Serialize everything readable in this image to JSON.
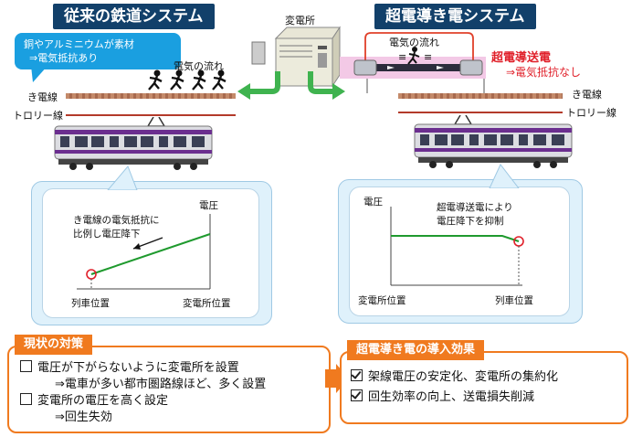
{
  "left": {
    "title": "従来の鉄道システム",
    "callout_line1": "銅やアルミニウムが素材",
    "callout_line2": "⇒電気抵抗あり",
    "flow_label": "電気の流れ",
    "catenary_label": "き電線",
    "trolley_label": "トロリー線",
    "panel_text1": "き電線の電気抵抗に",
    "panel_text2": "比例し電圧降下",
    "y_label": "電圧",
    "x_left": "列車位置",
    "x_right": "変電所位置"
  },
  "center": {
    "substation_label": "変電所"
  },
  "right": {
    "title": "超電導き電システム",
    "flow_label": "電気の流れ",
    "sc_title": "超電導送電",
    "sc_sub": "⇒電気抵抗なし",
    "catenary_label": "き電線",
    "trolley_label": "トロリー線",
    "panel_text1": "超電導送電により",
    "panel_text2": "電圧降下を抑制",
    "y_label": "電圧",
    "x_left": "変電所位置",
    "x_right": "列車位置"
  },
  "measures": {
    "title": "現状の対策",
    "line1": "電圧が下がらないように変電所を設置",
    "line2": "⇒電車が多い都市圏路線ほど、多く設置",
    "line3": "変電所の電圧を高く設定",
    "line4": "⇒回生失効"
  },
  "effects": {
    "title": "超電導き電の導入効果",
    "line1": "架線電圧の安定化、変電所の集約化",
    "line2": "回生効率の向上、送電損失削減"
  },
  "colors": {
    "title_bg": "#12406a",
    "callout_bg": "#1a9fe0",
    "accent_orange": "#f07a1f",
    "graph_green": "#1f9a2e",
    "sc_red": "#e0202a",
    "arrow_green": "#3fb34f"
  }
}
